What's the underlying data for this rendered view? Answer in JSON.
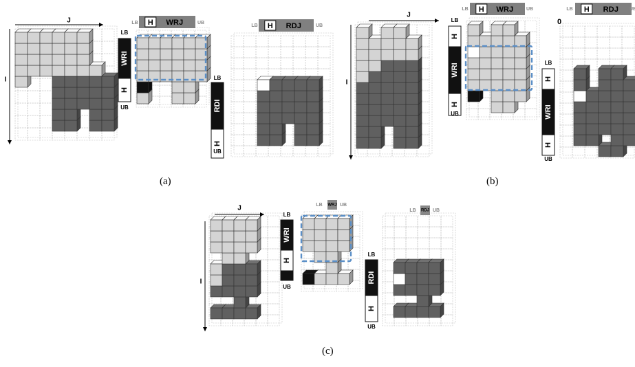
{
  "captions": {
    "a": "(a)",
    "b": "(b)",
    "c": "(c)"
  },
  "axis_labels": {
    "i": "I",
    "j": "J"
  },
  "bound_labels": {
    "lb": "LB",
    "ub": "UB"
  },
  "zero_label": "0",
  "bar_labels": {
    "h": "H",
    "wri": "WRI",
    "rdi": "RDI",
    "wrj": "WRJ",
    "rdj": "RDJ"
  },
  "colors": {
    "light_cube": "#d4d4d4",
    "dark_cube": "#606060",
    "black_cube": "#111111",
    "dashed_selection": "#5b8fc7",
    "header_bar": "#808080",
    "grid_line": "#c0c0c0"
  }
}
